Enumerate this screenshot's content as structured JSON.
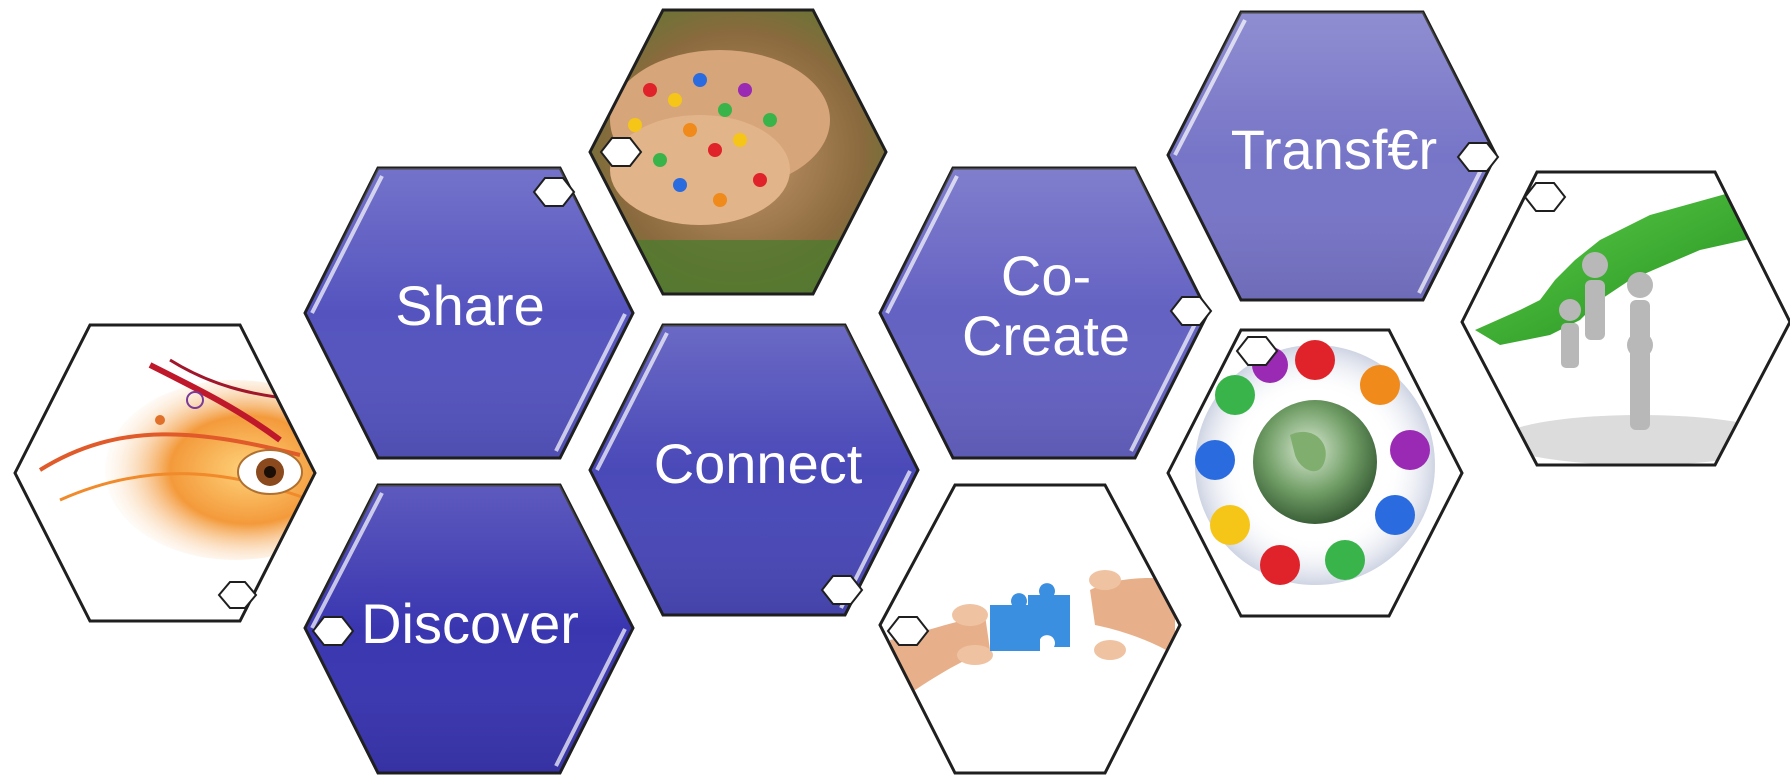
{
  "colors": {
    "discover": "#3a36b0",
    "connect": "#4a49b8",
    "share": "#5554bf",
    "co_create": "#6462c2",
    "transfer": "#7775c7",
    "outline": "#1f1f1f",
    "badge_fill": "#ffffff"
  },
  "hexagons": {
    "share": {
      "label": "Share"
    },
    "connect": {
      "label": "Connect"
    },
    "discover": {
      "label": "Discover"
    },
    "co_create": {
      "label_line1": "Co-",
      "label_line2": "Create"
    },
    "transfer": {
      "label": "Transf€r"
    }
  },
  "images": {
    "eye": "abstract-eye-art-icon",
    "candy": "hands-sharing-candy-icon",
    "puzzle": "puzzle-pieces-hands-icon",
    "globe": "people-around-globe-icon",
    "arrow": "figures-lifting-green-arrow-icon"
  }
}
